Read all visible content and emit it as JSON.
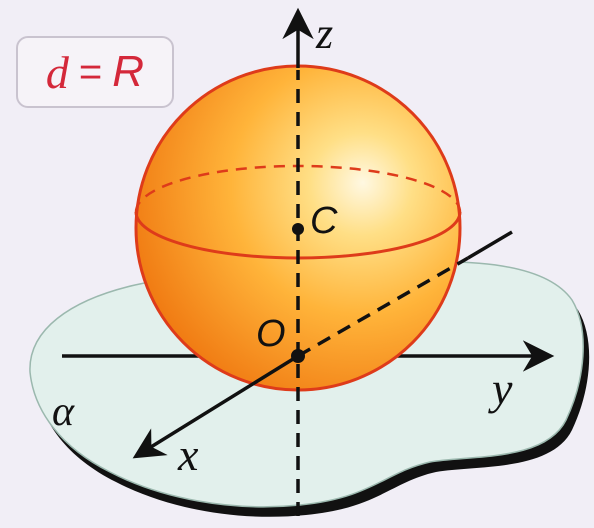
{
  "formula": {
    "lhs": "d",
    "op": "=",
    "rhs": "R"
  },
  "labels": {
    "z_axis": "z",
    "y_axis": "y",
    "x_axis": "x",
    "center": "C",
    "origin": "O",
    "plane": "α"
  },
  "colors": {
    "background": "#f1eef6",
    "sphere_light": "#fff6d8",
    "sphere_mid": "#ffb43a",
    "sphere_dark": "#f07a12",
    "sphere_outline": "#de3b1a",
    "plane_fill": "#e2f0ec",
    "plane_edge": "#111111",
    "axis": "#111111",
    "formula_text": "#d4283a"
  }
}
